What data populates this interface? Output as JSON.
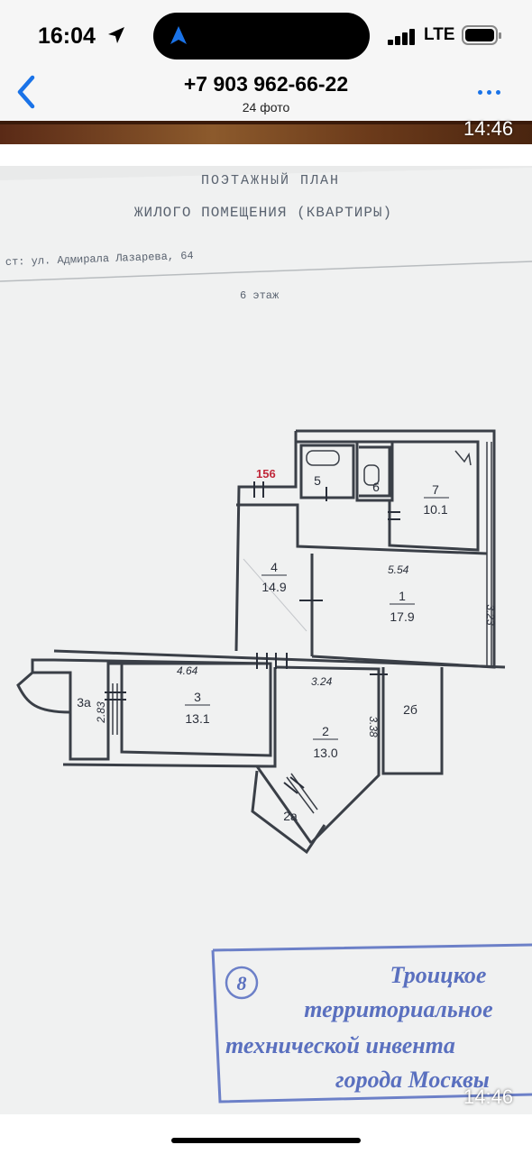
{
  "status_bar": {
    "time": "16:04",
    "network": "LTE"
  },
  "header": {
    "title": "+7 903 962-66-22",
    "subtitle": "24 фото"
  },
  "previous_photo": {
    "timestamp": "14:46"
  },
  "photo": {
    "timestamp": "14:46",
    "doc_title_line1": "ПОЭТАЖНЫЙ ПЛАН",
    "doc_title_line2": "ЖИЛОГО ПОМЕЩЕНИЯ (КВАРТИРЫ)",
    "address": "ст: ул. Адмирала Лазарева, 64",
    "floor": "6 этаж",
    "plan_label": "156",
    "rooms": [
      {
        "number": "7",
        "area": "10.1"
      },
      {
        "number": "5",
        "area": ""
      },
      {
        "number": "6",
        "area": ""
      },
      {
        "number": "4",
        "area": "14.9"
      },
      {
        "number": "1",
        "area": "17.9"
      },
      {
        "number": "3",
        "area": "13.1"
      },
      {
        "number": "2",
        "area": "13.0"
      },
      {
        "number": "3а",
        "area": ""
      },
      {
        "number": "2б",
        "area": ""
      },
      {
        "number": "2а",
        "area": ""
      }
    ],
    "dimensions": [
      "5.54",
      "3.23",
      "4.64",
      "2.83",
      "3.24",
      "3.38"
    ],
    "stamp": {
      "number": "8",
      "line1": "Троицкое",
      "line2": "территориальное",
      "line3": "технической инвента",
      "line4": "города Москвы"
    }
  },
  "colors": {
    "accent": "#1a73e8",
    "stamp": "#4a63b8",
    "plan_label": "#c0283a"
  }
}
